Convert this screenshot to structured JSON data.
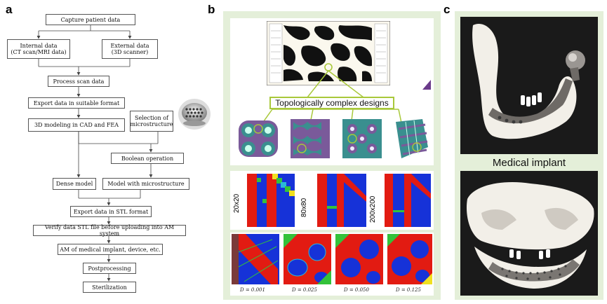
{
  "panels": {
    "a": "a",
    "b": "b",
    "c": "c"
  },
  "flowchart": {
    "capture": "Capture patient data",
    "internal": [
      "Internal data",
      "(CT scan/MRI data)"
    ],
    "external": [
      "External data",
      "(3D scanner)"
    ],
    "process": "Process scan data",
    "export1": "Export data in suitable format",
    "model": "3D modeling in CAD and FEA",
    "selection": [
      "Selection of",
      "microstructure"
    ],
    "boolean": "Boolean operation",
    "dense": "Dense model",
    "micro": "Model with microstructure",
    "export2": "Export data in STL format",
    "verify": "Verify data STL file before uploading into AM system",
    "am": [
      "AM of medical implant, device, etc."
    ],
    "post": "Postprocessing",
    "steril": "Sterilization"
  },
  "panel_b": {
    "callout": "Topologically complex designs",
    "resolutions": [
      "20x20",
      "80x80",
      "200x200"
    ],
    "densities": [
      "D = 0.001",
      "D = 0.025",
      "D = 0.050",
      "D = 0.125"
    ]
  },
  "panel_c": {
    "label": "Medical implant"
  },
  "colors": {
    "panel_bg": "#e4efd9",
    "lattice_teal": "#3a8f8f",
    "lattice_purple": "#7a5a9a",
    "callout_border": "#a8c83a",
    "fea_red": "#e21b12",
    "fea_blue": "#1632d8",
    "fea_green": "#33c23a",
    "implant_white": "#f2efe8",
    "implant_gray": "#6e6a66"
  }
}
